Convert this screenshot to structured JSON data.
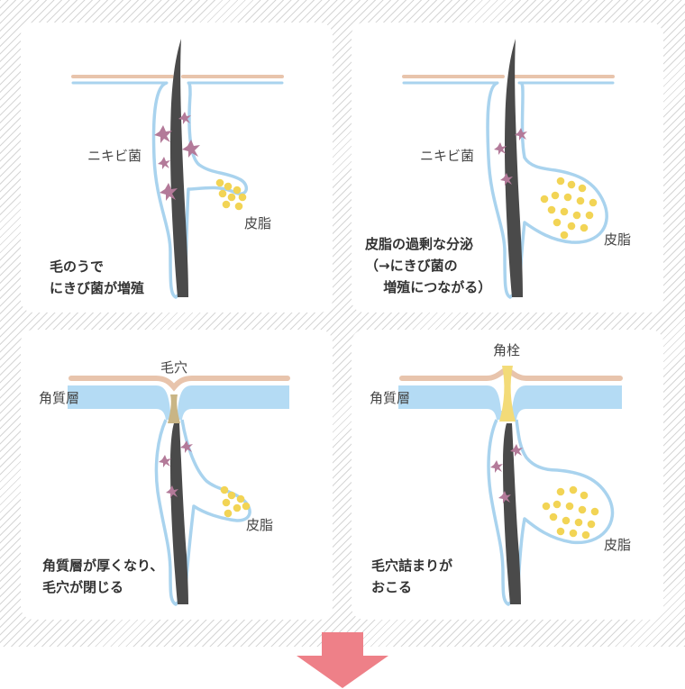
{
  "panels": [
    {
      "labels": {
        "bacteria": "ニキビ菌",
        "sebum": "皮脂"
      },
      "caption": "毛のうで\nにきび菌が増殖"
    },
    {
      "labels": {
        "bacteria": "ニキビ菌",
        "sebum": "皮脂"
      },
      "caption": "皮脂の過剰な分泌\n（→にきび菌の\n 　増殖につながる）"
    },
    {
      "labels": {
        "pore": "毛穴",
        "stratum": "角質層",
        "sebum": "皮脂"
      },
      "caption": "角質層が厚くなり、\n毛穴が閉じる"
    },
    {
      "labels": {
        "plug": "角栓",
        "stratum": "角質層",
        "sebum": "皮脂"
      },
      "caption": "毛穴詰まりが\nおこる"
    }
  ],
  "colors": {
    "skin_surface": "#e8c4ac",
    "follicle_outline": "#a9d3ee",
    "stratum": "#b4dbf4",
    "hair": "#4a4a4a",
    "bacteria": "#b37a99",
    "sebum": "#f2d455",
    "sebum_plug": "#c9b585",
    "keratin_plug": "#f3db78",
    "hatch": "#d6d6d6",
    "arrow": "#ee8088"
  },
  "icons": {
    "down": "down-arrow-icon"
  }
}
